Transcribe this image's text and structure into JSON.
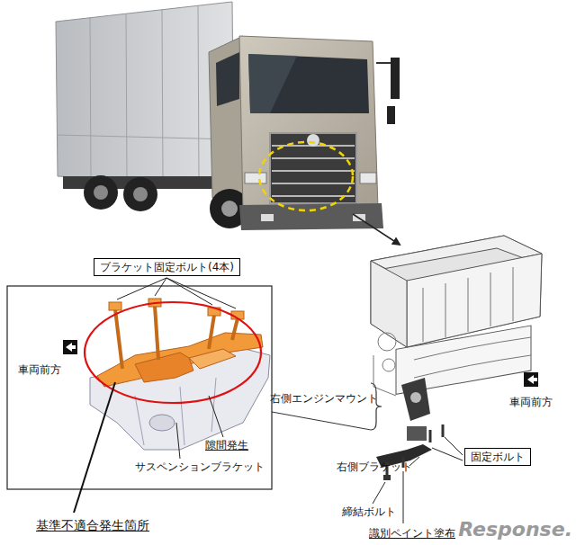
{
  "diagram": {
    "nodes": [
      {
        "text": [
          "ブラケット固定ボルト(4本)"
        ]
      },
      {
        "text": [
          "固定ボルト"
        ]
      }
    ],
    "labels": [
      "車両前方",
      "サスペンションブラケット",
      "隙間発生",
      "基準不適合発生箇所",
      "右側エンジンマウント",
      "車両前方",
      "右側ブラケット",
      "締結ボルト",
      "識別ペイント塗布",
      "Response."
    ]
  }
}
